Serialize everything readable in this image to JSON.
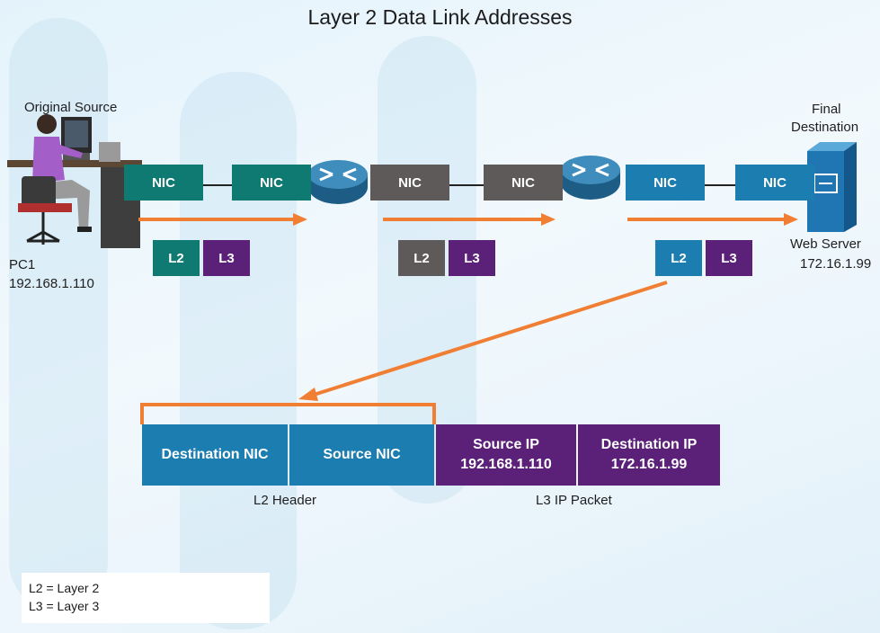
{
  "title": "Layer 2 Data Link Addresses",
  "source": {
    "caption": "Original Source",
    "name": "PC1",
    "ip": "192.168.1.110"
  },
  "destination": {
    "caption_line1": "Final",
    "caption_line2": "Destination",
    "name": "Web Server",
    "ip": "172.16.1.99"
  },
  "nic_label": "NIC",
  "segments": [
    {
      "color": "#0f7a72",
      "l2": "L2",
      "l3": "L3"
    },
    {
      "color": "#5d5a59",
      "l2": "L2",
      "l3": "L3"
    },
    {
      "color": "#1c7db1",
      "l2": "L2",
      "l3": "L3"
    }
  ],
  "frame": {
    "destination_nic": "Destination NIC",
    "source_nic": "Source NIC",
    "source_ip_label": "Source IP",
    "source_ip": "192.168.1.110",
    "destination_ip_label": "Destination IP",
    "destination_ip": "172.16.1.99",
    "l2_caption": "L2 Header",
    "l3_caption": "L3 IP Packet"
  },
  "legend": {
    "line1": "L2 = Layer 2",
    "line2": "L3 = Layer 3"
  },
  "colors": {
    "teal": "#0f7a72",
    "gray": "#5d5a59",
    "blue": "#1c7db1",
    "purple": "#5b2178",
    "arrow": "#f07f33"
  }
}
